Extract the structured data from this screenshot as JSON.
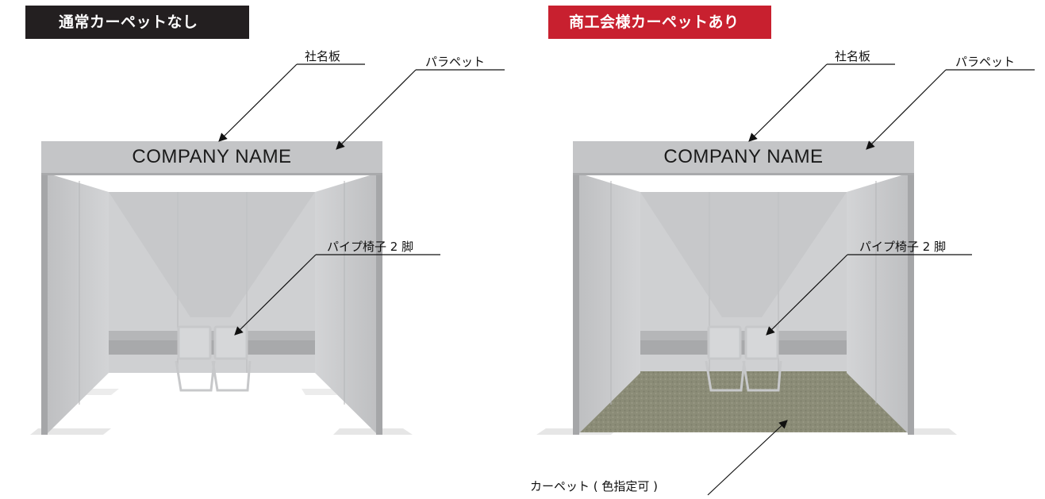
{
  "left_panel": {
    "tag": "通常カーペットなし",
    "tag_color": "#231f20",
    "fascia_text": "COMPANY NAME",
    "labels": {
      "nameplate": "社名板",
      "parapet": "パラペット",
      "chairs": "パイプ椅子 2 脚"
    }
  },
  "right_panel": {
    "tag": "商工会様カーペットあり",
    "tag_color": "#c8202f",
    "fascia_text": "COMPANY NAME",
    "labels": {
      "nameplate": "社名板",
      "parapet": "パラペット",
      "chairs": "パイプ椅子 2 脚",
      "carpet": "カーペット ( 色指定可 )"
    }
  },
  "colors": {
    "panel": "#c9c9cb",
    "panel_dark": "#b3b4b6",
    "fascia": "#c4c5c7",
    "carpet": "#8c8d78",
    "chair": "#d5d6d8"
  }
}
